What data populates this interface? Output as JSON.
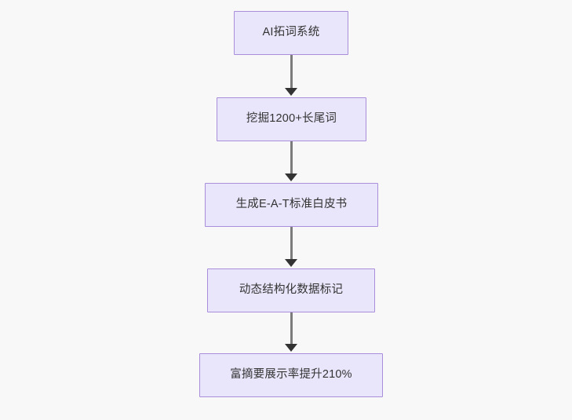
{
  "diagram": {
    "type": "flowchart",
    "direction": "top-to-bottom",
    "background_color": "#f8f8f8",
    "node_fill_color": "#e9e6fb",
    "node_border_color": "#a98fdb",
    "node_text_color": "#333333",
    "edge_color": "#7c7c7c",
    "arrowhead_color": "#333333",
    "nodes": [
      {
        "id": "n1",
        "label": "AI拓词系统"
      },
      {
        "id": "n2",
        "label": "挖掘1200+长尾词"
      },
      {
        "id": "n3",
        "label": "生成E-A-T标准白皮书"
      },
      {
        "id": "n4",
        "label": "动态结构化数据标记"
      },
      {
        "id": "n5",
        "label": "富摘要展示率提升210%"
      }
    ],
    "edges": [
      {
        "id": "e1",
        "from": "n1",
        "to": "n2",
        "label": ""
      },
      {
        "id": "e2",
        "from": "n2",
        "to": "n3",
        "label": ""
      },
      {
        "id": "e3",
        "from": "n3",
        "to": "n4",
        "label": ""
      },
      {
        "id": "e4",
        "from": "n4",
        "to": "n5",
        "label": ""
      }
    ]
  }
}
